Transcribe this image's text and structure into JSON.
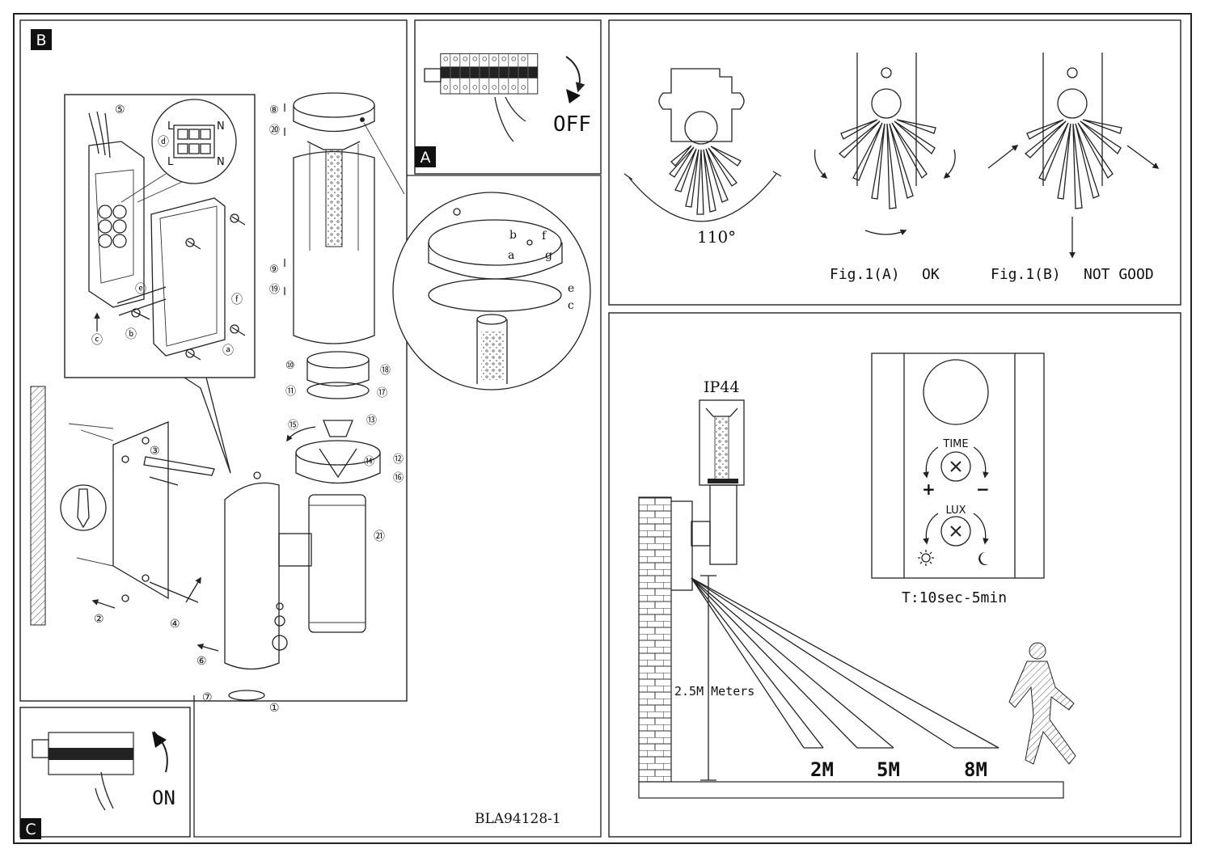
{
  "panels": {
    "b_label": "B",
    "a_label": "A",
    "c_label": "C"
  },
  "switch": {
    "off_label": "OFF",
    "on_label": "ON"
  },
  "detection": {
    "angle_label": "110°",
    "fig_a_label": "Fig.1(A)",
    "fig_a_status": "OK",
    "fig_b_label": "Fig.1(B)",
    "fig_b_status": "NOT GOOD"
  },
  "installation": {
    "ip_rating": "IP44",
    "height_label": "2.5M Meters",
    "distances": [
      "2M",
      "5M",
      "8M"
    ]
  },
  "controls": {
    "time_label": "TIME",
    "time_plus": "+",
    "time_minus": "−",
    "lux_label": "LUX",
    "timer_range": "T:10sec-5min"
  },
  "wiring": {
    "terminal_l_top": "L",
    "terminal_n_top": "N",
    "terminal_l_bottom": "L",
    "terminal_n_bottom": "N"
  },
  "callouts": {
    "c1": "①",
    "c2": "②",
    "c3": "③",
    "c4": "④",
    "c5": "⑤",
    "c6": "⑥",
    "c7": "⑦",
    "c8": "⑧",
    "c9": "⑨",
    "c10": "⑩",
    "c11": "⑪",
    "c12": "⑫",
    "c13": "⑬",
    "c14": "⑭",
    "c15": "⑮",
    "c16": "⑯",
    "c17": "⑰",
    "c18": "⑱",
    "c19": "⑲",
    "c20": "⑳",
    "c21": "㉑",
    "ca": "ⓐ",
    "cb": "ⓑ",
    "cc": "ⓒ",
    "cd": "ⓓ",
    "ce": "ⓔ",
    "cf": "ⓕ",
    "la": "a",
    "lb": "b",
    "lc": "c",
    "le": "e",
    "lf": "f",
    "lg": "g"
  },
  "model_code": "BLA94128-1",
  "icons": [
    "sun-icon",
    "moon-icon",
    "screw-dial-icon",
    "person-icon",
    "hand-icon",
    "arrow-icon"
  ]
}
